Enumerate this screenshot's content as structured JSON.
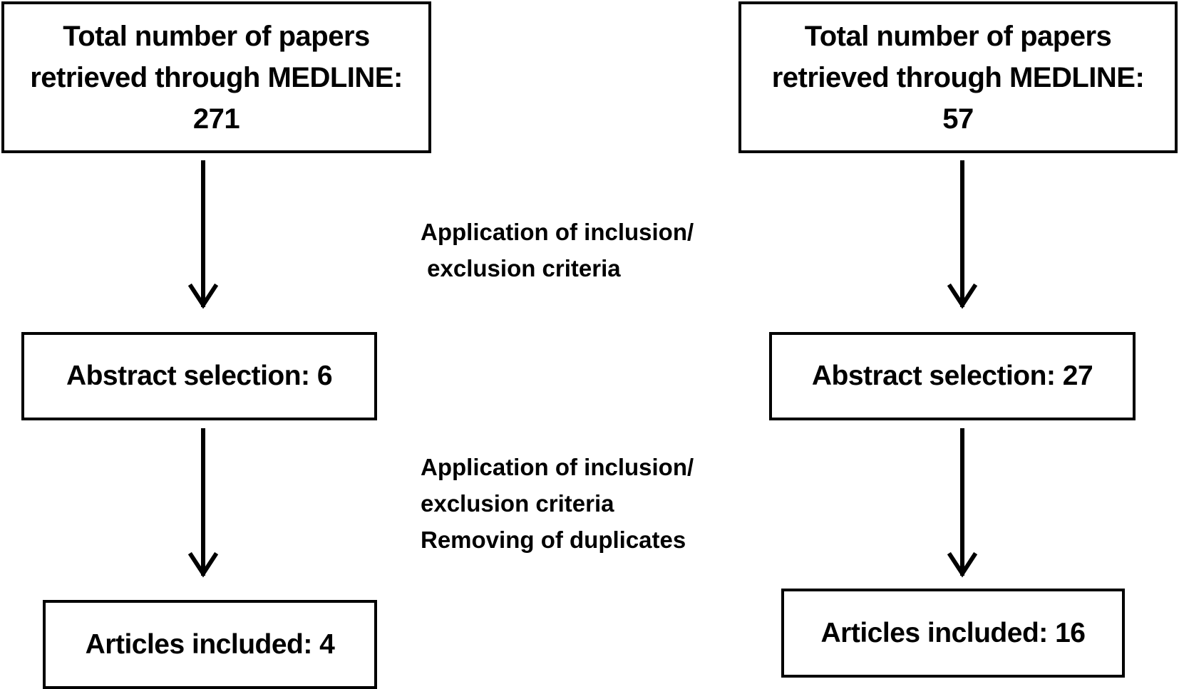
{
  "left_flow": {
    "top_box": {
      "line1": "Total number of papers",
      "line2": "retrieved through MEDLINE:",
      "count": "271"
    },
    "middle_box": "Abstract selection: 6",
    "bottom_box": "Articles included: 4"
  },
  "right_flow": {
    "top_box": {
      "line1": "Total number of papers",
      "line2": "retrieved through MEDLINE:",
      "count": "57"
    },
    "middle_box": "Abstract selection: 27",
    "bottom_box": "Articles included: 16"
  },
  "step_notes": {
    "first": {
      "line1": "Application of inclusion/",
      "line2": " exclusion criteria"
    },
    "second": {
      "line1": "Application of inclusion/",
      "line2": "exclusion criteria",
      "line3": "Removing of duplicates"
    }
  },
  "colors": {
    "line": "#000000",
    "background": "#ffffff"
  }
}
